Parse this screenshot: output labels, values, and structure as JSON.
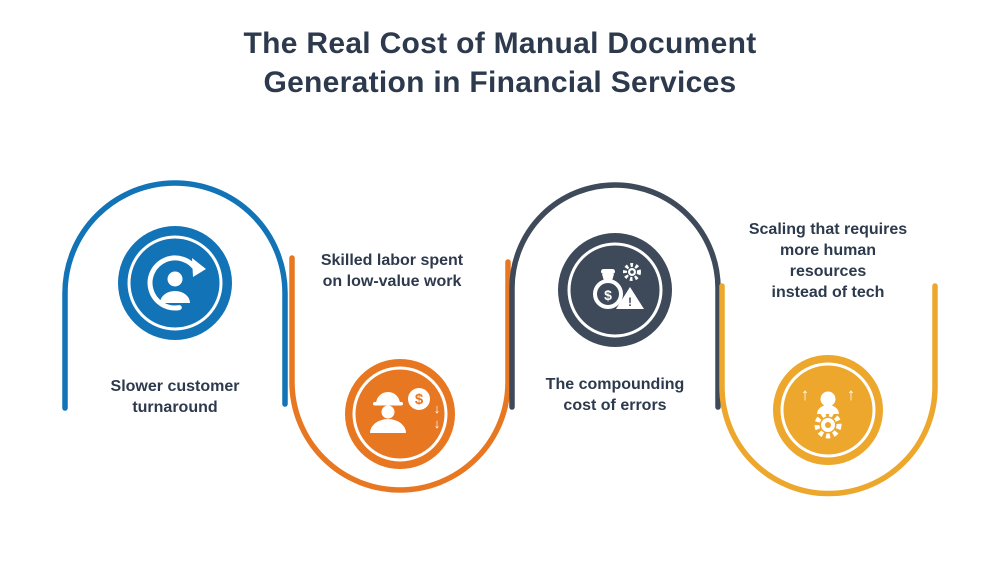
{
  "title": {
    "line1": "The Real Cost of Manual Document",
    "line2": "Generation in Financial Services"
  },
  "colors": {
    "background": "#ffffff",
    "title_text": "#2d3a4d",
    "label_text": "#2d3a4d",
    "white": "#ffffff"
  },
  "glyphs": {
    "dollar": "$",
    "exclamation": "!",
    "up_arrow": "↑",
    "down_arrow": "↓"
  },
  "items": [
    {
      "label": "Slower customer turnaround",
      "lines": [
        "Slower customer",
        "turnaround"
      ],
      "color": "#1273b6",
      "icon": "customer-turnaround-refresh-icon",
      "position": "top"
    },
    {
      "label": "Skilled labor spent on low-value work",
      "lines": [
        "Skilled labor spent",
        "on low-value work"
      ],
      "color": "#e87722",
      "icon": "skilled-worker-dollar-icon",
      "position": "bottom"
    },
    {
      "label": "The compounding cost of errors",
      "lines": [
        "The compounding",
        "cost of errors"
      ],
      "color": "#3e4a5a",
      "icon": "money-bag-error-warning-icon",
      "position": "top"
    },
    {
      "label": "Scaling that requires more human resources instead of tech",
      "lines": [
        "Scaling that requires",
        "more human",
        "resources",
        "instead of tech"
      ],
      "color": "#eca72c",
      "icon": "scaling-person-gear-icon",
      "position": "bottom"
    }
  ]
}
